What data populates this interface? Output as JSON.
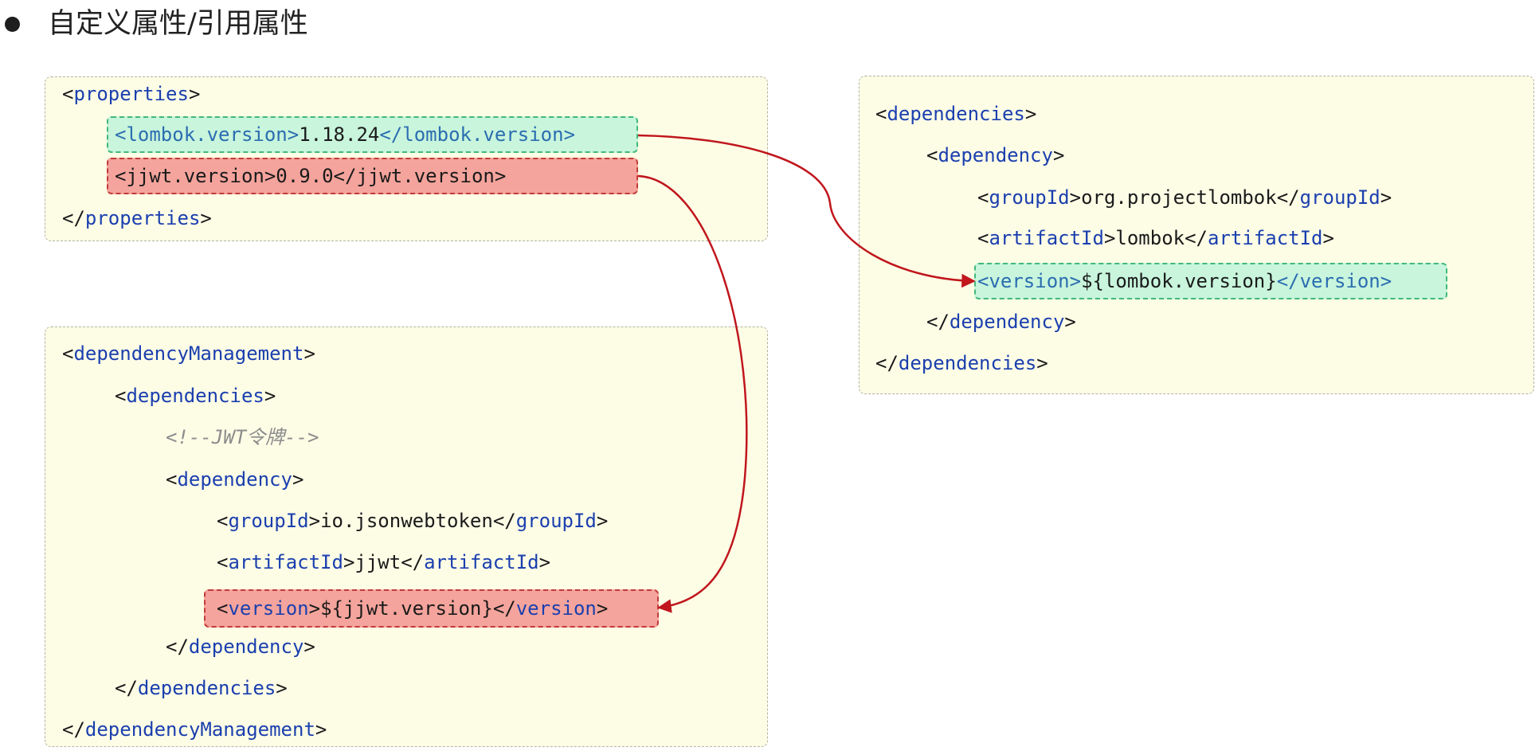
{
  "heading": "自定义属性/引用属性",
  "colors": {
    "box_background": "#fdfde6",
    "tag_blue": "#1b3fae",
    "green_highlight": "#c8f5dc",
    "red_highlight": "#f4a49c",
    "arrow": "#c0161c"
  },
  "properties": {
    "open": "properties",
    "lombok_tag": "lombok.version",
    "lombok_value": "1.18.24",
    "jjwt_tag": "jjwt.version",
    "jjwt_value": "0.9.0"
  },
  "management": {
    "open": "dependencyManagement",
    "dependencies": "dependencies",
    "comment": "<!--JWT令牌-->",
    "dependency": "dependency",
    "groupId_tag": "groupId",
    "groupId_value": "io.jsonwebtoken",
    "artifactId_tag": "artifactId",
    "artifactId_value": "jjwt",
    "version_tag": "version",
    "version_value": "${jjwt.version}"
  },
  "dependencies_block": {
    "open": "dependencies",
    "dependency": "dependency",
    "groupId_tag": "groupId",
    "groupId_value": "org.projectlombok",
    "artifactId_tag": "artifactId",
    "artifactId_value": "lombok",
    "version_tag": "version",
    "version_value": "${lombok.version}"
  },
  "syntax": {
    "lt": "<",
    "gt": ">",
    "close_lt": "</"
  }
}
